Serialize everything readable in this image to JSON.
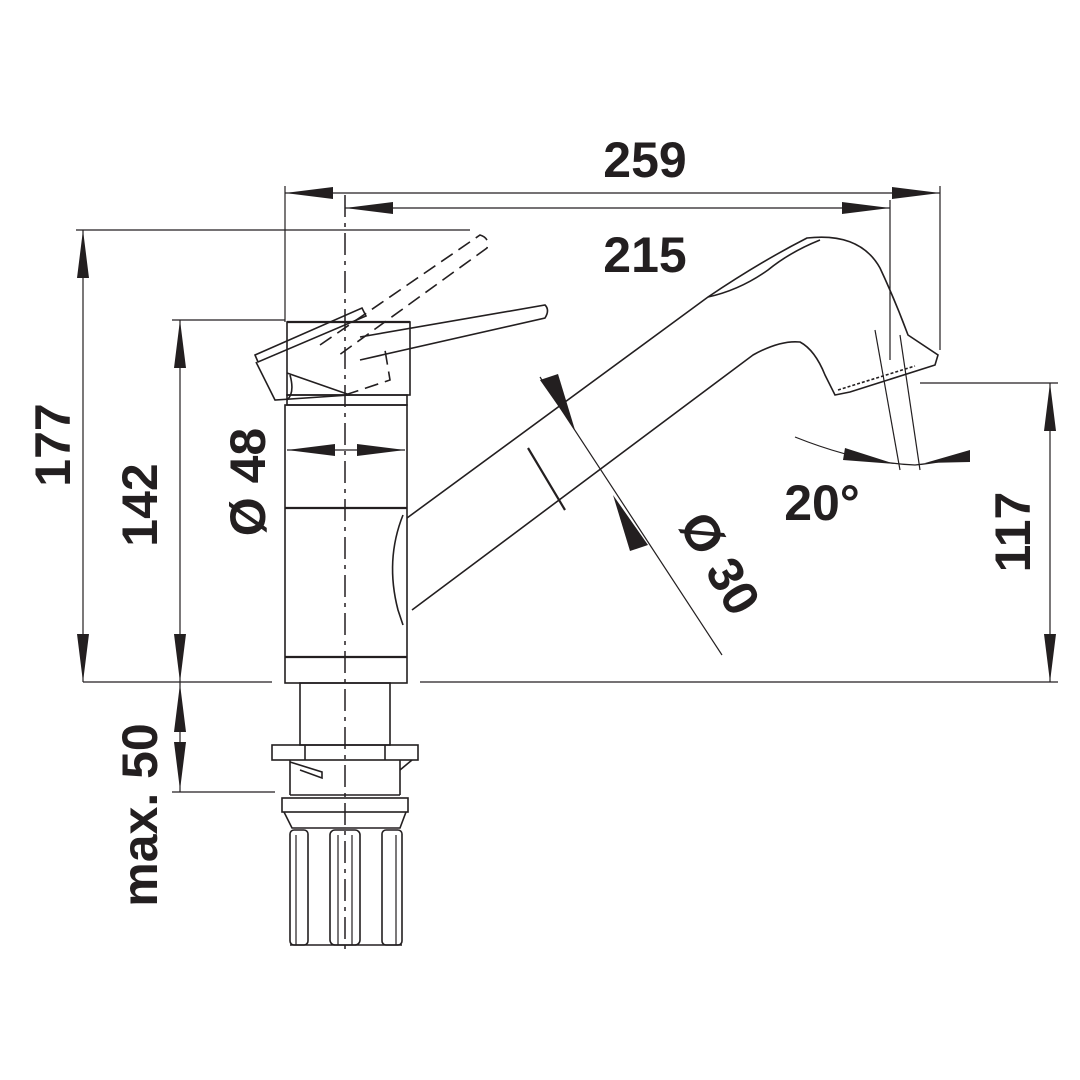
{
  "dimensions": {
    "overall_length": "259",
    "spout_reach": "215",
    "total_height": "177",
    "lever_height": "142",
    "body_diameter": "Ø 48",
    "spout_diameter": "Ø 30",
    "swivel_angle": "20°",
    "outlet_height": "117",
    "max_counter_thickness": "max. 50"
  },
  "colors": {
    "ink": "#231f20",
    "background": "#ffffff"
  }
}
